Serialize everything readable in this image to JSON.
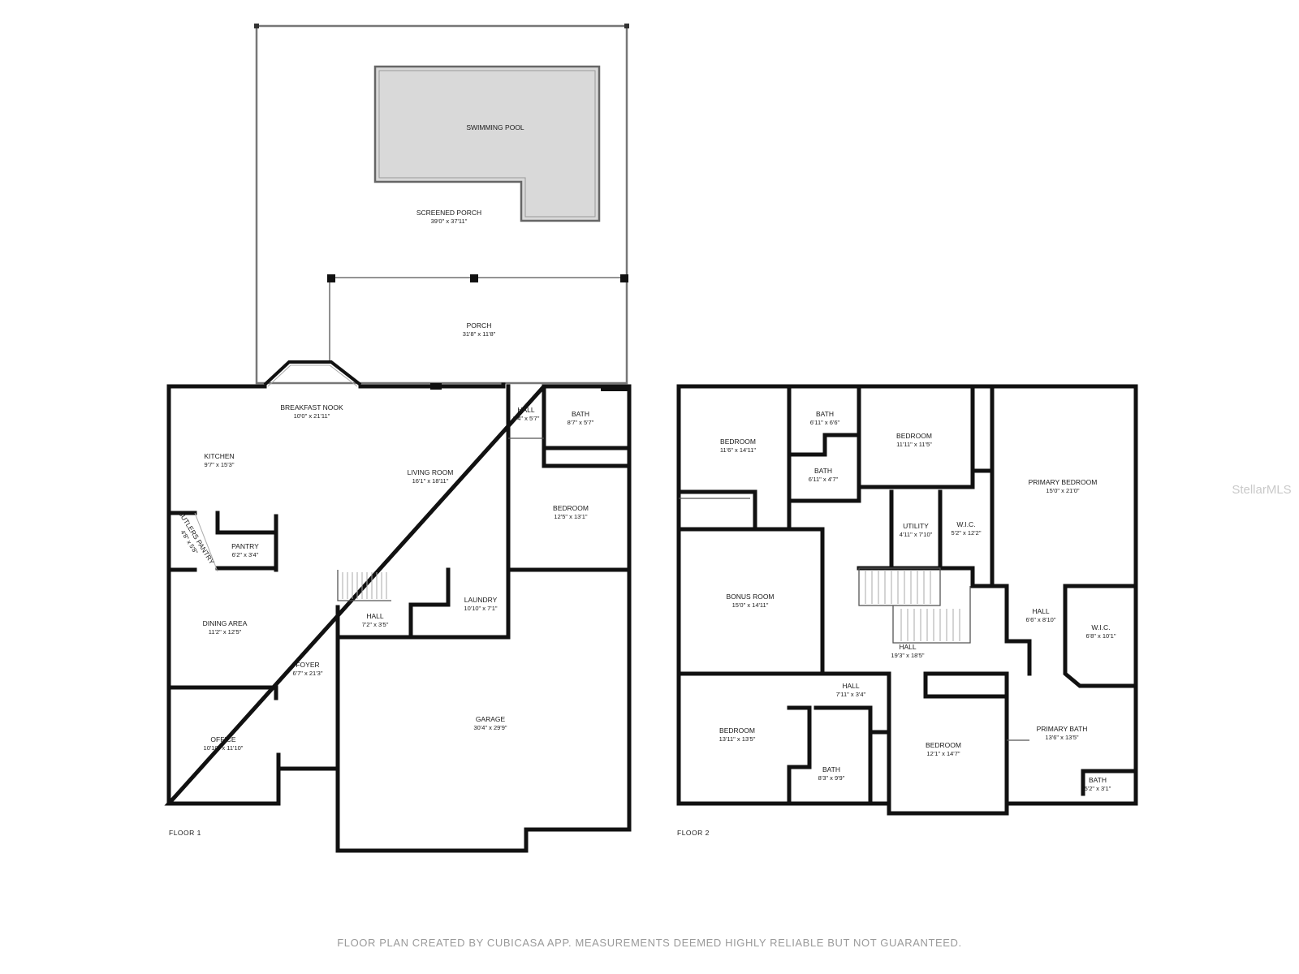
{
  "floors": [
    {
      "label": "FLOOR 1",
      "rooms": [
        {
          "name": "SWIMMING POOL",
          "dims": ""
        },
        {
          "name": "SCREENED PORCH",
          "dims": "39'0\" x 37'11\""
        },
        {
          "name": "PORCH",
          "dims": "31'8\" x 11'8\""
        },
        {
          "name": "BREAKFAST NOOK",
          "dims": "10'0\" x 21'11\""
        },
        {
          "name": "KITCHEN",
          "dims": "9'7\" x 15'3\""
        },
        {
          "name": "LIVING ROOM",
          "dims": "16'1\" x 18'11\""
        },
        {
          "name": "HALL",
          "dims": "3'4\" x 5'7\""
        },
        {
          "name": "BATH",
          "dims": "8'7\" x 5'7\""
        },
        {
          "name": "BEDROOM",
          "dims": "12'5\" x 13'1\""
        },
        {
          "name": "BUTLERS PANTRY",
          "dims": "4'8\" x 5'8\""
        },
        {
          "name": "PANTRY",
          "dims": "6'2\" x 3'4\""
        },
        {
          "name": "LAUNDRY",
          "dims": "10'10\" x 7'1\""
        },
        {
          "name": "HALL",
          "dims": "7'2\" x 3'5\""
        },
        {
          "name": "DINING AREA",
          "dims": "11'2\" x 12'5\""
        },
        {
          "name": "FOYER",
          "dims": "6'7\" x 21'3\""
        },
        {
          "name": "OFFICE",
          "dims": "10'10\" x 11'10\""
        },
        {
          "name": "GARAGE",
          "dims": "30'4\" x 29'9\""
        }
      ]
    },
    {
      "label": "FLOOR 2",
      "rooms": [
        {
          "name": "BEDROOM",
          "dims": "11'6\" x 14'11\""
        },
        {
          "name": "BATH",
          "dims": "6'11\" x 6'6\""
        },
        {
          "name": "BATH",
          "dims": "6'11\" x 4'7\""
        },
        {
          "name": "BEDROOM",
          "dims": "11'11\" x 11'5\""
        },
        {
          "name": "PRIMARY BEDROOM",
          "dims": "15'0\" x 21'0\""
        },
        {
          "name": "UTILITY",
          "dims": "4'11\" x 7'10\""
        },
        {
          "name": "W.I.C.",
          "dims": "5'2\" x 12'2\""
        },
        {
          "name": "BONUS ROOM",
          "dims": "15'0\" x 14'11\""
        },
        {
          "name": "HALL",
          "dims": "6'6\" x 8'10\""
        },
        {
          "name": "W.I.C.",
          "dims": "6'8\" x 10'1\""
        },
        {
          "name": "HALL",
          "dims": "19'3\" x 18'5\""
        },
        {
          "name": "HALL",
          "dims": "7'11\" x 3'4\""
        },
        {
          "name": "BEDROOM",
          "dims": "13'11\" x 13'5\""
        },
        {
          "name": "BATH",
          "dims": "8'3\" x 9'9\""
        },
        {
          "name": "BEDROOM",
          "dims": "12'1\" x 14'7\""
        },
        {
          "name": "PRIMARY BATH",
          "dims": "13'6\" x 13'5\""
        },
        {
          "name": "BATH",
          "dims": "5'2\" x 3'1\""
        }
      ]
    }
  ],
  "disclaimer": "FLOOR PLAN CREATED BY CUBICASA APP. MEASUREMENTS DEEMED HIGHLY RELIABLE BUT NOT GUARANTEED.",
  "watermark": "StellarMLS",
  "colors": {
    "wall": "#111111",
    "pool": "#d9d9d9",
    "background": "#ffffff"
  }
}
